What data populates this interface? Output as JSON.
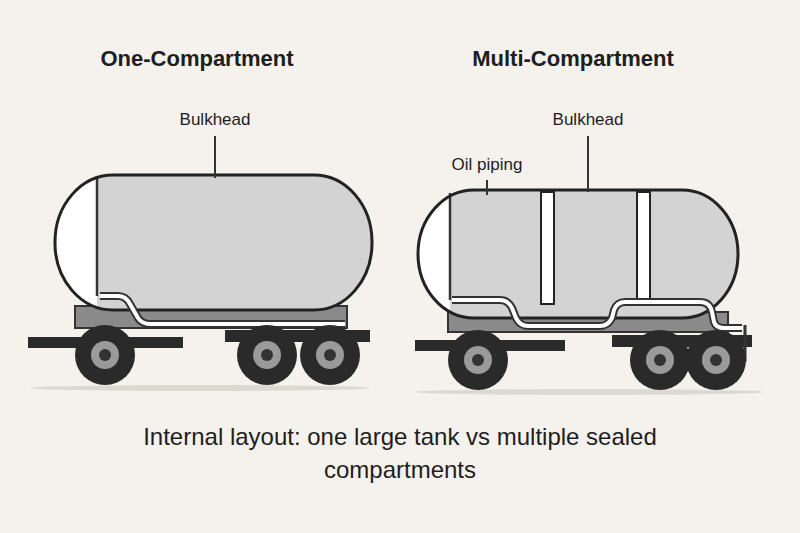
{
  "diagram": {
    "caption": "Internal layout: one large tank vs multiple sealed compartments",
    "labels": [
      "One-Compartment",
      "Multi-Compartment",
      "Bulkhead",
      "Bulkhead",
      "Oil piping"
    ]
  }
}
